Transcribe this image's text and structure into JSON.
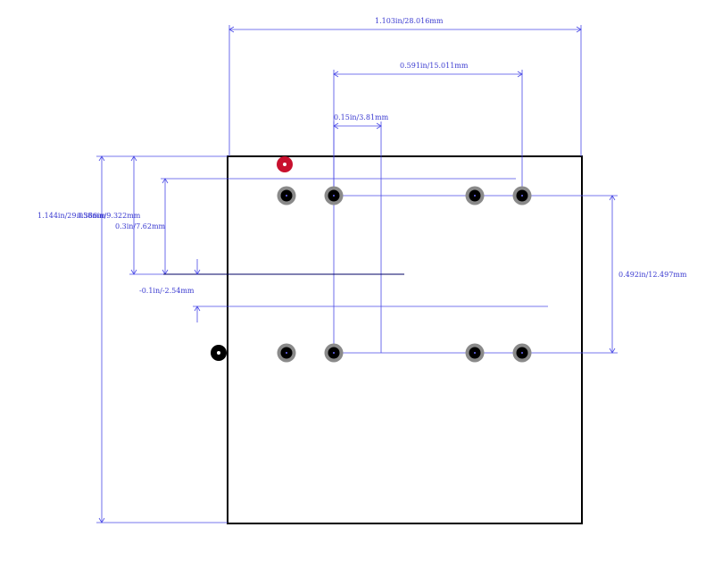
{
  "dimensions": {
    "total_width": "1.103in/28.016mm",
    "pad_span": "0.591in/15.011mm",
    "pitch": "0.15in/3.81mm",
    "total_height": "1.144in/29.058mm",
    "offset_height": "0.366in/9.322mm",
    "row_offset": "0.3in/7.62mm",
    "small_offset": "-0.1in/-2.54mm",
    "row_spacing": "0.492in/12.497mm"
  },
  "colors": {
    "dimension": "#4a4ae6",
    "outline": "#000000",
    "pad": "#8a8a8a",
    "pin1_marker": "#c8102e"
  }
}
